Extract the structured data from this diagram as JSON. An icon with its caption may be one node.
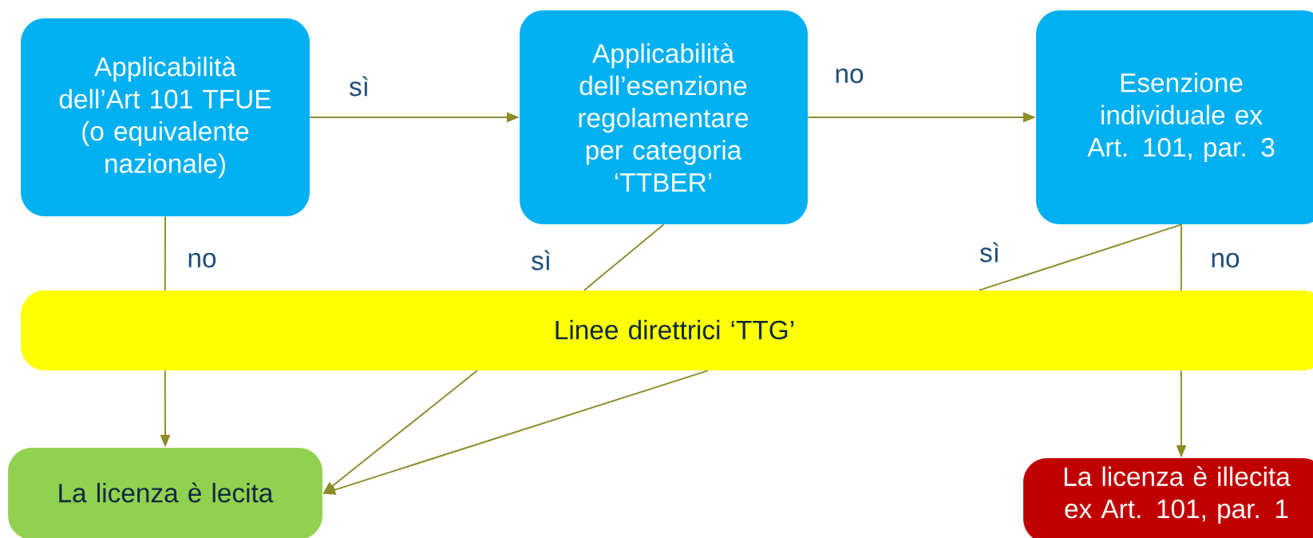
{
  "diagram": {
    "nodes": [
      {
        "text": [
          "Applicabilità dell’Art 101 TFUE (o equivalente nazionale)"
        ]
      },
      {
        "text": [
          "Applicabilità dell’esenzione regolamentare per categoria ‘TTBER’"
        ]
      },
      {
        "text": [
          "Esenzione individuale ex Art. 101, par. 3"
        ]
      },
      {
        "text": [
          "Linee direttrici ‘TTG’"
        ]
      },
      {
        "text": [
          "La licenza è lecita"
        ]
      },
      {
        "text": [
          "La licenza è illecita ex Art. 101, par. 1"
        ]
      }
    ],
    "edges": [
      {
        "from": 0,
        "to": 1,
        "arrow": "to",
        "label": "sì"
      },
      {
        "from": 1,
        "to": 2,
        "arrow": "to",
        "label": "no"
      },
      {
        "from": 0,
        "to": 3,
        "arrow": "none",
        "label": "no"
      },
      {
        "from": 1,
        "to": 3,
        "arrow": "none",
        "label": "sì"
      },
      {
        "from": 2,
        "to": 3,
        "arrow": "none",
        "label": "sì"
      },
      {
        "from": 2,
        "to": 3,
        "arrow": "none",
        "label": "no"
      },
      {
        "from": 3,
        "to": 4,
        "arrow": "to"
      },
      {
        "from": 3,
        "to": 4,
        "arrow": "to"
      },
      {
        "from": 3,
        "to": 4,
        "arrow": "to"
      },
      {
        "from": 3,
        "to": 5,
        "arrow": "to"
      }
    ]
  }
}
